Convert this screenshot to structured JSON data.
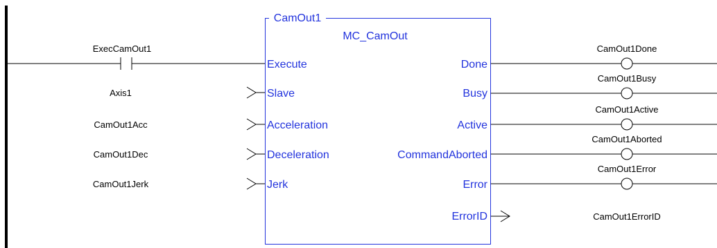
{
  "block": {
    "instance": "CamOut1",
    "type": "MC_CamOut",
    "inputs": [
      "Execute",
      "Slave",
      "Acceleration",
      "Deceleration",
      "Jerk"
    ],
    "outputs": [
      "Done",
      "Busy",
      "Active",
      "CommandAborted",
      "Error",
      "ErrorID"
    ]
  },
  "input_vars": [
    "ExecCamOut1",
    "Axis1",
    "CamOut1Acc",
    "CamOut1Dec",
    "CamOut1Jerk"
  ],
  "output_vars": [
    "CamOut1Done",
    "CamOut1Busy",
    "CamOut1Active",
    "CamOut1Aborted",
    "CamOut1Error",
    "CamOut1ErrorID"
  ],
  "colors": {
    "block": "#2233dd",
    "wire": "#000000"
  }
}
